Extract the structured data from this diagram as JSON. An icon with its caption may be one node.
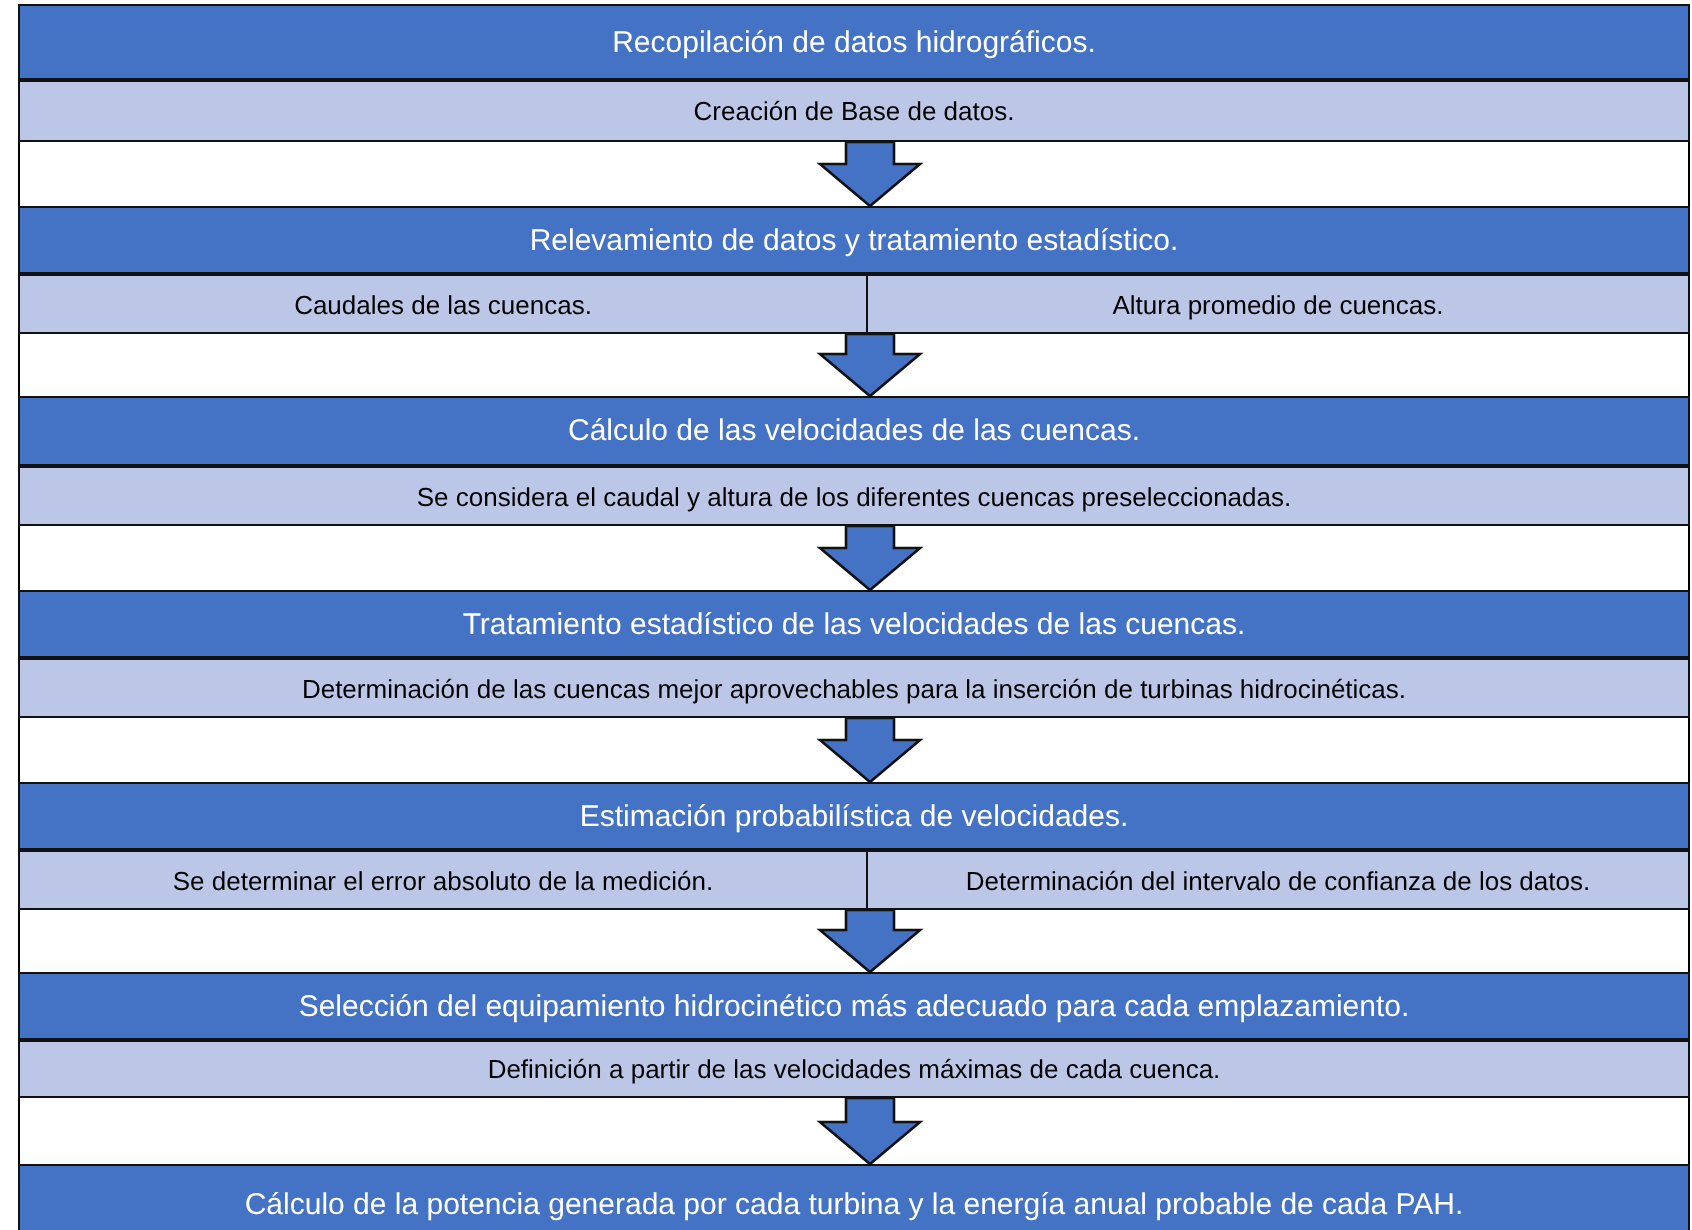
{
  "diagram": {
    "nodes": [
      {
        "text": [
          "Recopilación de datos hidrográficos."
        ]
      },
      {
        "text": [
          "Creación de Base de datos."
        ]
      },
      {
        "text": [
          "Relevamiento de datos y tratamiento estadístico."
        ]
      },
      {
        "text": [
          "Caudales de las cuencas."
        ]
      },
      {
        "text": [
          "Altura promedio de cuencas."
        ]
      },
      {
        "text": [
          "Cálculo de las velocidades de las cuencas."
        ]
      },
      {
        "text": [
          "Se considera el caudal y altura de los diferentes cuencas preseleccionadas."
        ]
      },
      {
        "text": [
          "Tratamiento estadístico de las velocidades de las cuencas."
        ]
      },
      {
        "text": [
          "Determinación de las cuencas mejor aprovechables para la inserción de turbinas hidrocinéticas."
        ]
      },
      {
        "text": [
          "Estimación probabilística de velocidades."
        ]
      },
      {
        "text": [
          "Se determinar el error absoluto de la medición."
        ]
      },
      {
        "text": [
          "Determinación del intervalo de confianza de los datos."
        ]
      },
      {
        "text": [
          "Selección del equipamiento hidrocinético más adecuado para cada emplazamiento."
        ]
      },
      {
        "text": [
          "Definición a partir de las velocidades máximas de cada cuenca."
        ]
      },
      {
        "text": [
          "Cálculo de la potencia generada por cada turbina y la energía anual probable de cada PAH."
        ]
      }
    ],
    "edges": [
      {
        "from": 1,
        "to": 2,
        "arrow": "to"
      },
      {
        "from": 3,
        "to": 5,
        "arrow": "to"
      },
      {
        "from": 4,
        "to": 5,
        "arrow": "to"
      },
      {
        "from": 6,
        "to": 7,
        "arrow": "to"
      },
      {
        "from": 8,
        "to": 9,
        "arrow": "to"
      },
      {
        "from": 10,
        "to": 12,
        "arrow": "to"
      },
      {
        "from": 11,
        "to": 12,
        "arrow": "to"
      },
      {
        "from": 13,
        "to": 14,
        "arrow": "to"
      }
    ]
  }
}
